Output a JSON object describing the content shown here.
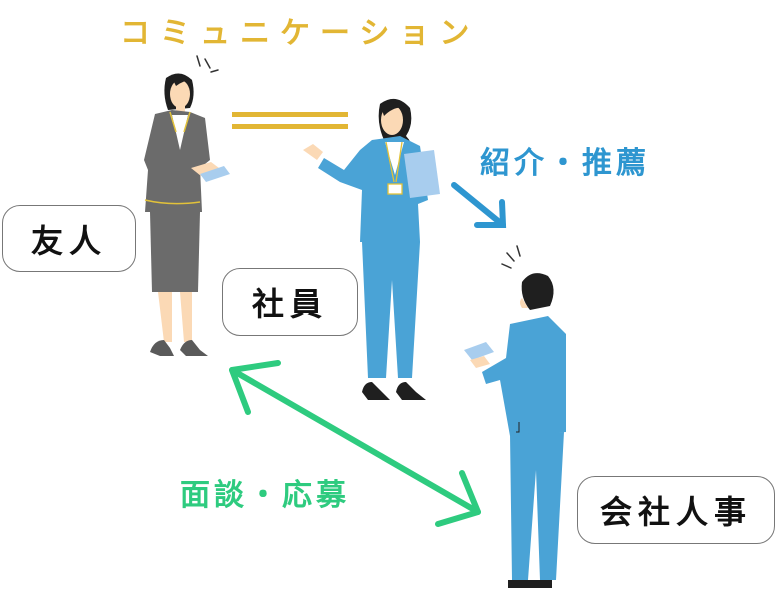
{
  "diagram": {
    "title": "社員紹介 (リファラル) の流れ",
    "labels": {
      "communication": "コミュニケーション",
      "introduction": "紹介・推薦",
      "interview": "面談・応募"
    },
    "roles": {
      "friend": "友人",
      "employee": "社員",
      "hr": "会社人事"
    },
    "colors": {
      "communication": "#e2b634",
      "introduction": "#2e96d0",
      "interview": "#2ecb7f",
      "suit_gray": "#6b6b6b",
      "suit_blue": "#4aa3d6",
      "skin": "#fbd9b5",
      "hair": "#1f1f1f",
      "tablet": "#a8cdee",
      "box_border": "#777777",
      "text": "#111111"
    },
    "connections": [
      {
        "from": "friend",
        "to": "employee",
        "kind": "communication",
        "style": "double-line"
      },
      {
        "from": "employee",
        "to": "hr",
        "kind": "introduction",
        "style": "arrow"
      },
      {
        "from": "friend",
        "to": "hr",
        "kind": "interview",
        "style": "double-arrow"
      }
    ]
  }
}
